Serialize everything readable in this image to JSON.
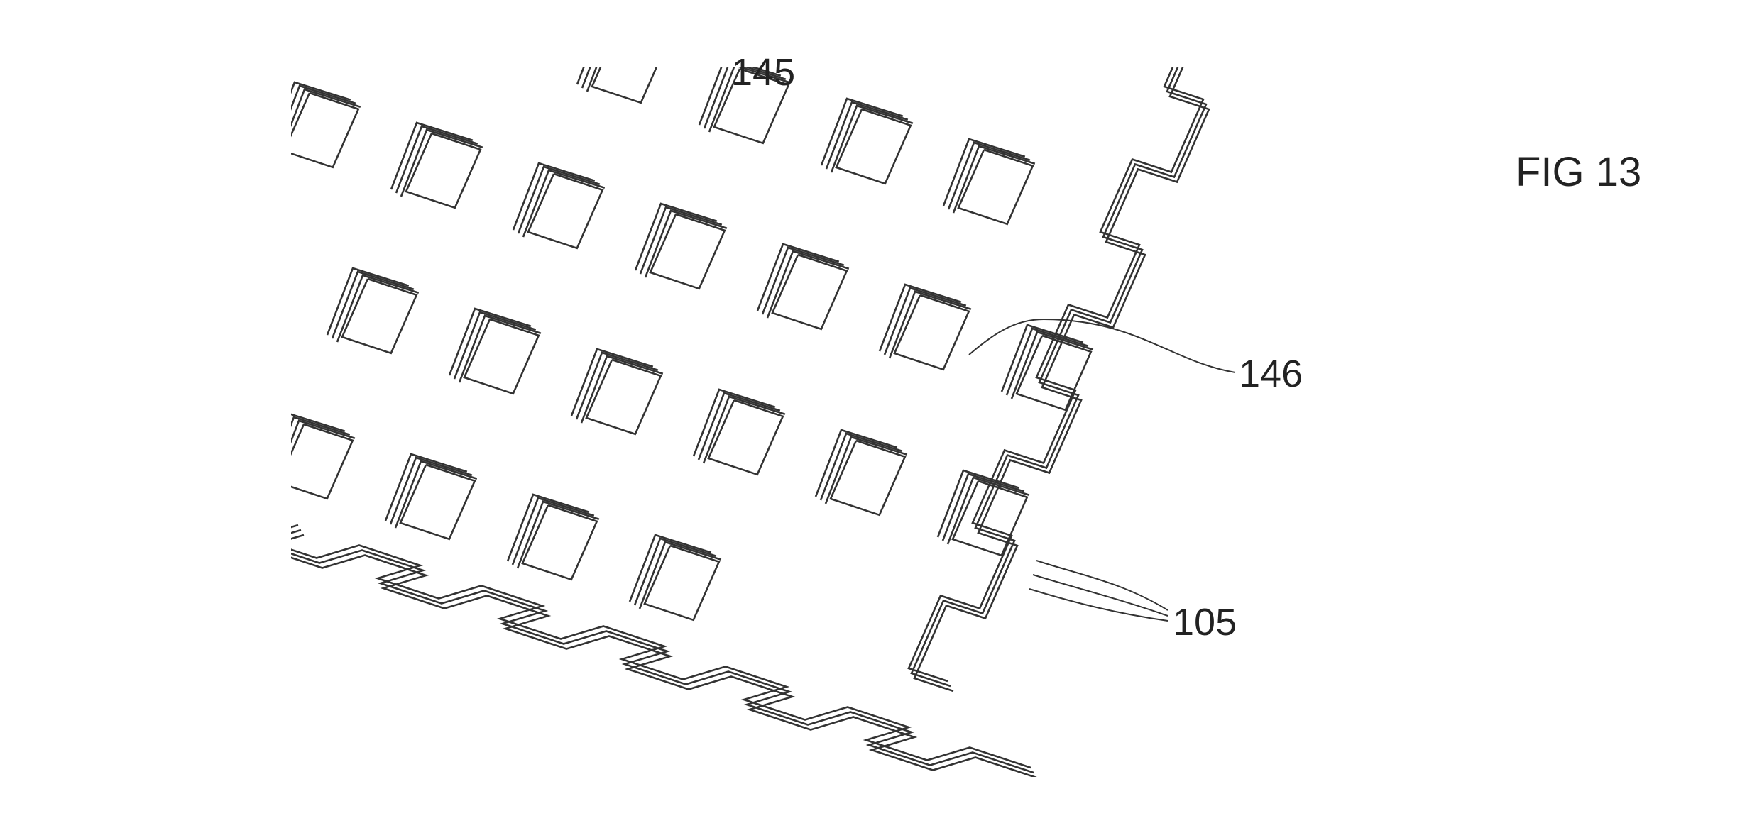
{
  "figure": {
    "title": "FIG 13",
    "labels": {
      "top": "145",
      "aperture": "146",
      "layers": "105"
    },
    "colors": {
      "line": "#333333",
      "background": "#ffffff"
    }
  }
}
